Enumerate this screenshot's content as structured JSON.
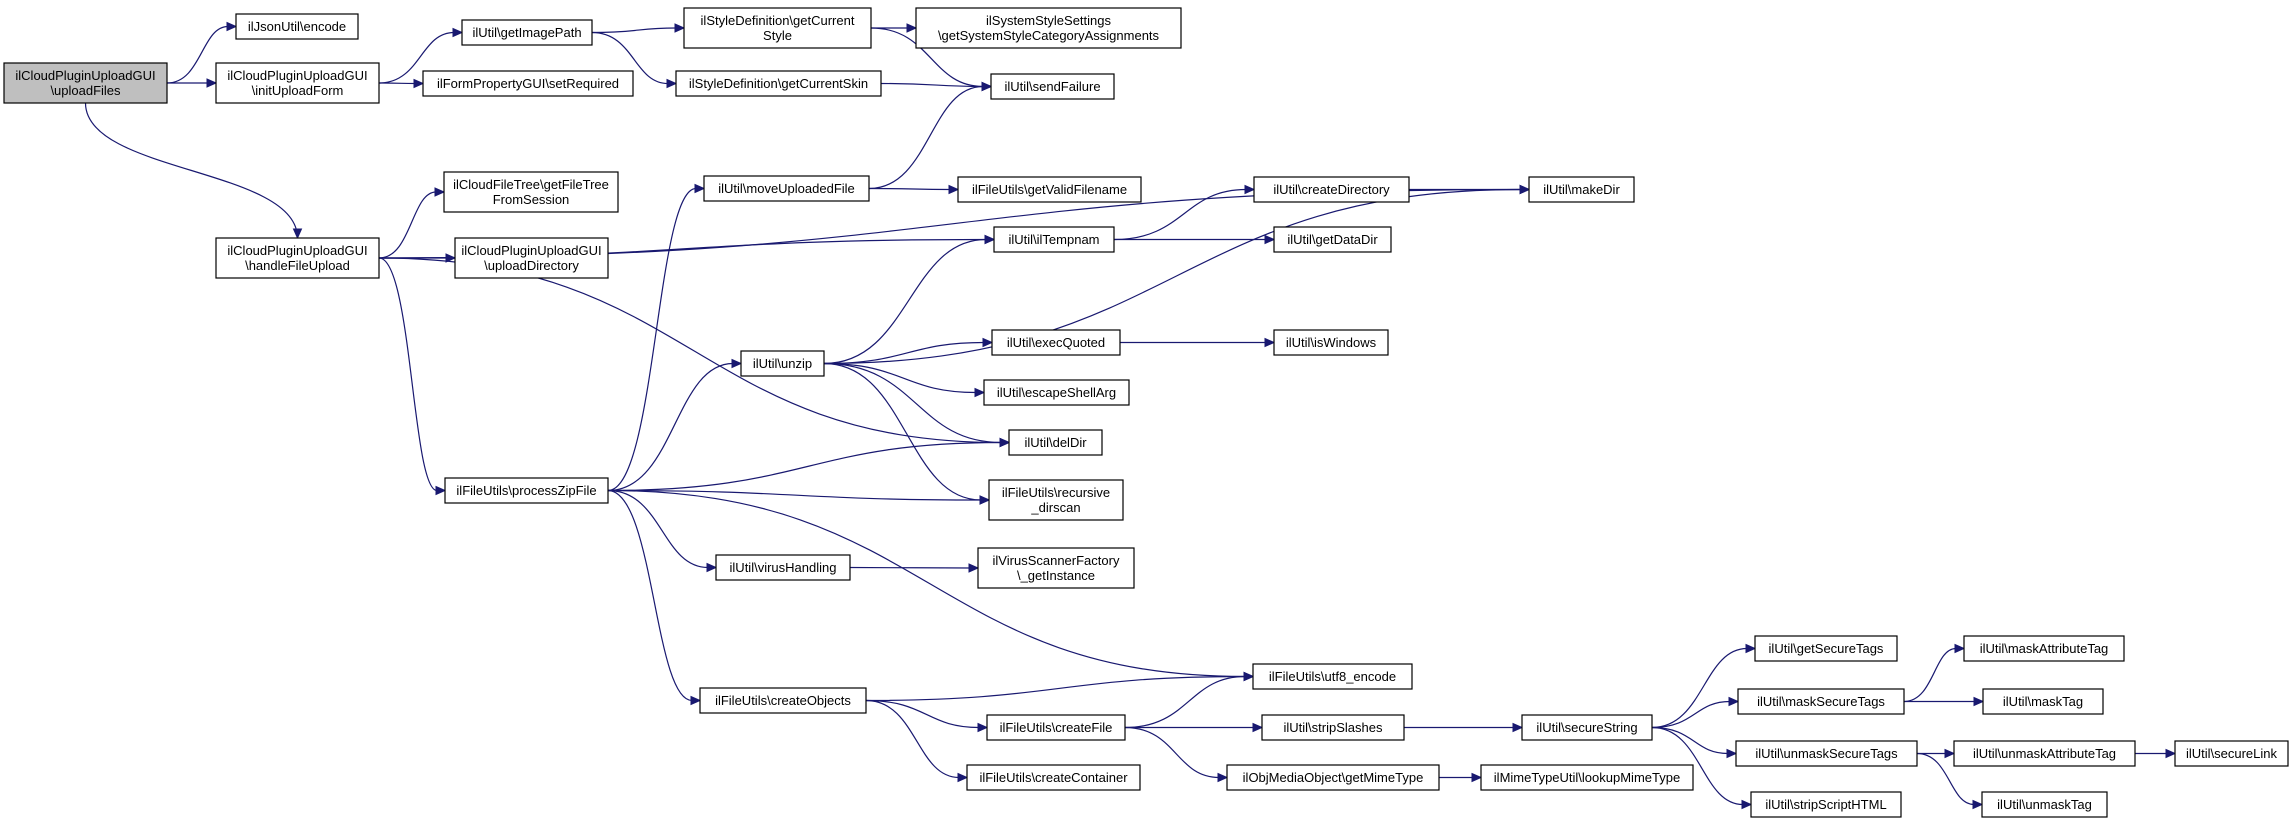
{
  "colors": {
    "edge": "#191970",
    "root_fill": "#bfbfbf",
    "node_fill": "#ffffff",
    "border": "#000000"
  },
  "nodes": [
    {
      "id": "upload_files",
      "lines": [
        "ilCloudPluginUploadGUI",
        "\\uploadFiles"
      ],
      "root": true
    },
    {
      "id": "json_encode",
      "lines": [
        "ilJsonUtil\\encode"
      ]
    },
    {
      "id": "init_upload_form",
      "lines": [
        "ilCloudPluginUploadGUI",
        "\\initUploadForm"
      ]
    },
    {
      "id": "handle_file_upload",
      "lines": [
        "ilCloudPluginUploadGUI",
        "\\handleFileUpload"
      ]
    },
    {
      "id": "process_zip",
      "lines": [
        "ilFileUtils\\processZipFile"
      ]
    },
    {
      "id": "get_image_path",
      "lines": [
        "ilUtil\\getImagePath"
      ]
    },
    {
      "id": "set_required",
      "lines": [
        "ilFormPropertyGUI\\setRequired"
      ]
    },
    {
      "id": "get_file_tree",
      "lines": [
        "ilCloudFileTree\\getFileTree",
        "FromSession"
      ]
    },
    {
      "id": "upload_directory",
      "lines": [
        "ilCloudPluginUploadGUI",
        "\\uploadDirectory"
      ]
    },
    {
      "id": "get_current_style",
      "lines": [
        "ilStyleDefinition\\getCurrent",
        "Style"
      ]
    },
    {
      "id": "get_current_skin",
      "lines": [
        "ilStyleDefinition\\getCurrentSkin"
      ]
    },
    {
      "id": "move_uploaded",
      "lines": [
        "ilUtil\\moveUploadedFile"
      ]
    },
    {
      "id": "unzip",
      "lines": [
        "ilUtil\\unzip"
      ]
    },
    {
      "id": "virus_handling",
      "lines": [
        "ilUtil\\virusHandling"
      ]
    },
    {
      "id": "create_objects",
      "lines": [
        "ilFileUtils\\createObjects"
      ]
    },
    {
      "id": "system_style",
      "lines": [
        "ilSystemStyleSettings",
        "\\getSystemStyleCategoryAssignments"
      ]
    },
    {
      "id": "send_failure",
      "lines": [
        "ilUtil\\sendFailure"
      ]
    },
    {
      "id": "get_valid_filename",
      "lines": [
        "ilFileUtils\\getValidFilename"
      ]
    },
    {
      "id": "il_tempnam",
      "lines": [
        "ilUtil\\ilTempnam"
      ]
    },
    {
      "id": "exec_quoted",
      "lines": [
        "ilUtil\\execQuoted"
      ]
    },
    {
      "id": "escape_shell",
      "lines": [
        "ilUtil\\escapeShellArg"
      ]
    },
    {
      "id": "del_dir",
      "lines": [
        "ilUtil\\delDir"
      ]
    },
    {
      "id": "recursive_dirscan",
      "lines": [
        "ilFileUtils\\recursive",
        "_dirscan"
      ]
    },
    {
      "id": "virus_scanner",
      "lines": [
        "ilVirusScannerFactory",
        "\\_getInstance"
      ]
    },
    {
      "id": "create_file",
      "lines": [
        "ilFileUtils\\createFile"
      ]
    },
    {
      "id": "create_container",
      "lines": [
        "ilFileUtils\\createContainer"
      ]
    },
    {
      "id": "create_directory",
      "lines": [
        "ilUtil\\createDirectory"
      ]
    },
    {
      "id": "get_data_dir",
      "lines": [
        "ilUtil\\getDataDir"
      ]
    },
    {
      "id": "is_windows",
      "lines": [
        "ilUtil\\isWindows"
      ]
    },
    {
      "id": "utf8_encode",
      "lines": [
        "ilFileUtils\\utf8_encode"
      ]
    },
    {
      "id": "strip_slashes",
      "lines": [
        "ilUtil\\stripSlashes"
      ]
    },
    {
      "id": "get_mime_type",
      "lines": [
        "ilObjMediaObject\\getMimeType"
      ]
    },
    {
      "id": "make_dir",
      "lines": [
        "ilUtil\\makeDir"
      ]
    },
    {
      "id": "secure_string",
      "lines": [
        "ilUtil\\secureString"
      ]
    },
    {
      "id": "lookup_mime",
      "lines": [
        "ilMimeTypeUtil\\lookupMimeType"
      ]
    },
    {
      "id": "get_secure_tags",
      "lines": [
        "ilUtil\\getSecureTags"
      ]
    },
    {
      "id": "mask_secure_tags",
      "lines": [
        "ilUtil\\maskSecureTags"
      ]
    },
    {
      "id": "unmask_secure_tags",
      "lines": [
        "ilUtil\\unmaskSecureTags"
      ]
    },
    {
      "id": "strip_script_html",
      "lines": [
        "ilUtil\\stripScriptHTML"
      ]
    },
    {
      "id": "mask_attribute_tag",
      "lines": [
        "ilUtil\\maskAttributeTag"
      ]
    },
    {
      "id": "mask_tag",
      "lines": [
        "ilUtil\\maskTag"
      ]
    },
    {
      "id": "unmask_attribute_tag",
      "lines": [
        "ilUtil\\unmaskAttributeTag"
      ]
    },
    {
      "id": "unmask_tag",
      "lines": [
        "ilUtil\\unmaskTag"
      ]
    },
    {
      "id": "secure_link",
      "lines": [
        "ilUtil\\secureLink"
      ]
    }
  ],
  "edges": [
    {
      "from": "upload_files",
      "to": "json_encode"
    },
    {
      "from": "upload_files",
      "to": "init_upload_form"
    },
    {
      "from": "upload_files",
      "to": "handle_file_upload"
    },
    {
      "from": "init_upload_form",
      "to": "get_image_path"
    },
    {
      "from": "init_upload_form",
      "to": "set_required"
    },
    {
      "from": "get_image_path",
      "to": "get_current_style"
    },
    {
      "from": "get_image_path",
      "to": "get_current_skin"
    },
    {
      "from": "get_current_style",
      "to": "system_style"
    },
    {
      "from": "get_current_style",
      "to": "send_failure"
    },
    {
      "from": "get_current_skin",
      "to": "send_failure"
    },
    {
      "from": "handle_file_upload",
      "to": "make_dir"
    },
    {
      "from": "handle_file_upload",
      "to": "get_file_tree"
    },
    {
      "from": "handle_file_upload",
      "to": "upload_directory"
    },
    {
      "from": "handle_file_upload",
      "to": "il_tempnam"
    },
    {
      "from": "handle_file_upload",
      "to": "del_dir"
    },
    {
      "from": "handle_file_upload",
      "to": "process_zip"
    },
    {
      "from": "move_uploaded",
      "to": "send_failure"
    },
    {
      "from": "move_uploaded",
      "to": "get_valid_filename"
    },
    {
      "from": "il_tempnam",
      "to": "create_directory"
    },
    {
      "from": "il_tempnam",
      "to": "get_data_dir"
    },
    {
      "from": "create_directory",
      "to": "make_dir"
    },
    {
      "from": "process_zip",
      "to": "move_uploaded"
    },
    {
      "from": "process_zip",
      "to": "unzip"
    },
    {
      "from": "process_zip",
      "to": "del_dir"
    },
    {
      "from": "process_zip",
      "to": "recursive_dirscan"
    },
    {
      "from": "process_zip",
      "to": "virus_handling"
    },
    {
      "from": "process_zip",
      "to": "utf8_encode"
    },
    {
      "from": "process_zip",
      "to": "create_objects"
    },
    {
      "from": "unzip",
      "to": "il_tempnam"
    },
    {
      "from": "unzip",
      "to": "make_dir"
    },
    {
      "from": "unzip",
      "to": "exec_quoted"
    },
    {
      "from": "unzip",
      "to": "escape_shell"
    },
    {
      "from": "unzip",
      "to": "del_dir"
    },
    {
      "from": "unzip",
      "to": "recursive_dirscan"
    },
    {
      "from": "exec_quoted",
      "to": "is_windows"
    },
    {
      "from": "virus_handling",
      "to": "virus_scanner"
    },
    {
      "from": "create_objects",
      "to": "utf8_encode"
    },
    {
      "from": "create_objects",
      "to": "create_file"
    },
    {
      "from": "create_objects",
      "to": "create_container"
    },
    {
      "from": "create_file",
      "to": "utf8_encode"
    },
    {
      "from": "create_file",
      "to": "strip_slashes"
    },
    {
      "from": "create_file",
      "to": "get_mime_type"
    },
    {
      "from": "strip_slashes",
      "to": "secure_string"
    },
    {
      "from": "get_mime_type",
      "to": "lookup_mime"
    },
    {
      "from": "secure_string",
      "to": "get_secure_tags"
    },
    {
      "from": "secure_string",
      "to": "mask_secure_tags"
    },
    {
      "from": "secure_string",
      "to": "unmask_secure_tags"
    },
    {
      "from": "secure_string",
      "to": "strip_script_html"
    },
    {
      "from": "mask_secure_tags",
      "to": "mask_attribute_tag"
    },
    {
      "from": "mask_secure_tags",
      "to": "mask_tag"
    },
    {
      "from": "unmask_secure_tags",
      "to": "unmask_attribute_tag"
    },
    {
      "from": "unmask_secure_tags",
      "to": "unmask_tag"
    },
    {
      "from": "unmask_attribute_tag",
      "to": "secure_link"
    }
  ]
}
